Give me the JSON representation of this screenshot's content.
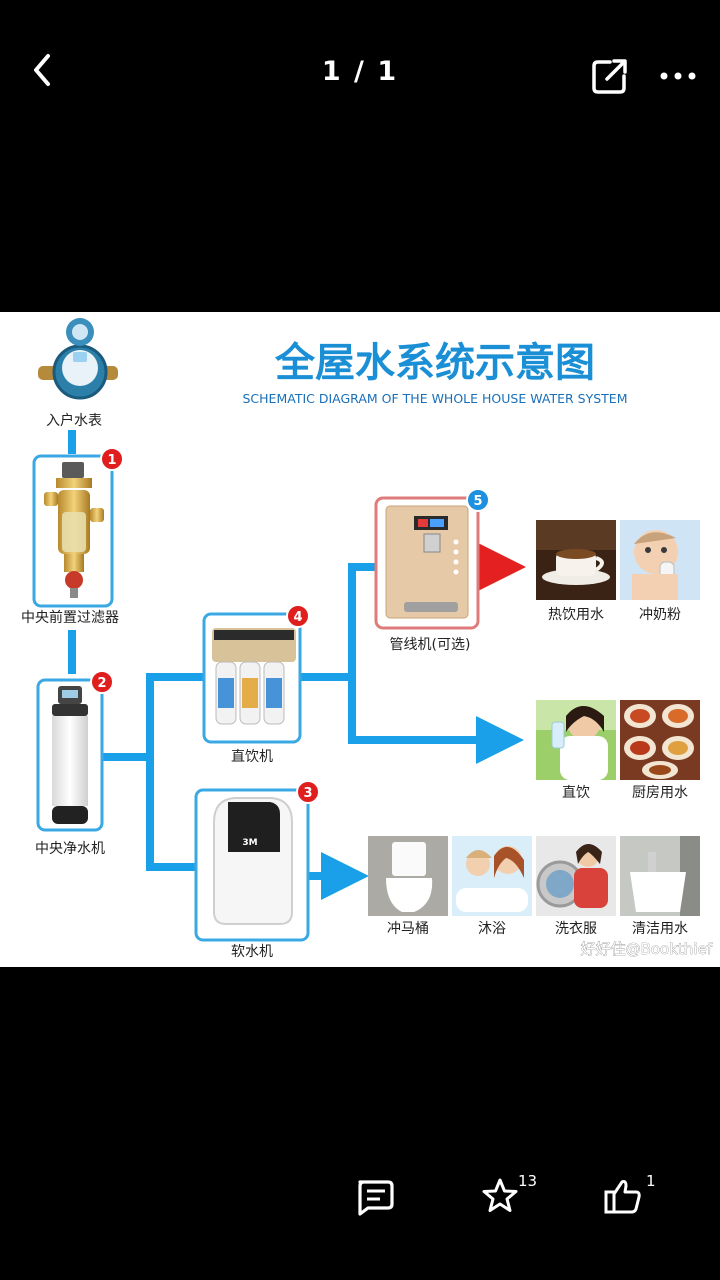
{
  "topbar": {
    "title": "1 / 1"
  },
  "diagram": {
    "title": "全屋水系统示意图",
    "subtitle": "SCHEMATIC DIAGRAM OF THE WHOLE HOUSE WATER SYSTEM",
    "colors": {
      "pipe": "#1aa0e8",
      "frame": "#3aa9e3",
      "hot_arrow": "#e42020",
      "title": "#1a8fd6"
    },
    "devices": {
      "meter": {
        "label": "入户水表"
      },
      "prefilter": {
        "label": "中央前置过滤器",
        "badge": "1"
      },
      "central": {
        "label": "中央净水机",
        "badge": "2"
      },
      "softener": {
        "label": "软水机",
        "badge": "3",
        "brand": "3M"
      },
      "drinker": {
        "label": "直饮机",
        "badge": "4"
      },
      "pipeline": {
        "label": "管线机(可选)",
        "badge": "5"
      }
    },
    "uses": {
      "hot": "热饮用水",
      "milk": "冲奶粉",
      "direct": "直饮",
      "kitchen": "厨房用水",
      "toilet": "冲马桶",
      "bath": "沐浴",
      "laundry": "洗衣服",
      "clean": "清洁用水"
    },
    "watermark": "好好住@Bookthief"
  },
  "bottombar": {
    "star_count": "13",
    "like_count": "1"
  }
}
